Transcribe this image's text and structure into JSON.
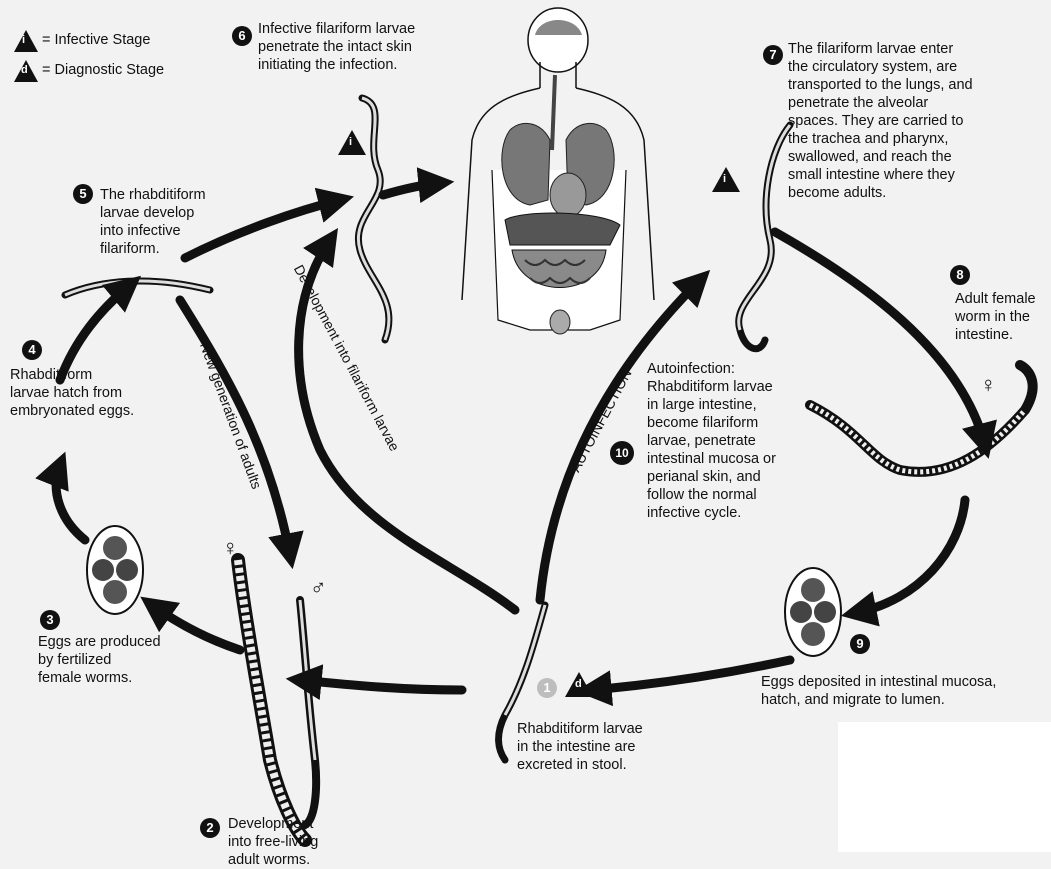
{
  "legend": {
    "infective_symbol": "i",
    "diagnostic_symbol": "d",
    "infective": "= Infective Stage",
    "diagnostic": "= Diagnostic Stage"
  },
  "steps": {
    "s1": {
      "num": "1",
      "lines": [
        "Rhabditiform larvae",
        "in the intestine are",
        "excreted in stool."
      ]
    },
    "s2": {
      "num": "2",
      "lines": [
        "Development",
        "into free-living",
        "adult worms."
      ]
    },
    "s3": {
      "num": "3",
      "lines": [
        "Eggs are produced",
        "by fertilized",
        "female worms."
      ]
    },
    "s4": {
      "num": "4",
      "lines": [
        "Rhabditiform",
        "larvae hatch from",
        "embryonated eggs."
      ]
    },
    "s5": {
      "num": "5",
      "lines": [
        "The rhabditiform",
        "larvae develop",
        "into infective",
        "filariform."
      ]
    },
    "s6": {
      "num": "6",
      "lines": [
        "Infective filariform larvae",
        "penetrate the intact skin",
        "initiating the infection."
      ]
    },
    "s7": {
      "num": "7",
      "lines": [
        "The filariform larvae enter",
        "the circulatory system, are",
        "transported to the lungs, and",
        "penetrate the alveolar",
        "spaces.  They are carried to",
        "the trachea and pharynx,",
        "swallowed, and reach the",
        "small intestine where they",
        "become adults."
      ]
    },
    "s8": {
      "num": "8",
      "lines": [
        "Adult female",
        "worm in the",
        "intestine."
      ]
    },
    "s9": {
      "num": "9",
      "lines": [
        "Eggs deposited in intestinal mucosa,",
        "hatch, and migrate to lumen."
      ]
    },
    "s10": {
      "num": "10",
      "lines": [
        "Autoinfection:",
        "Rhabditiform larvae",
        "in large intestine,",
        "become filariform",
        "larvae, penetrate",
        "intestinal mucosa or",
        "perianal skin, and",
        "follow the normal",
        "infective cycle."
      ]
    }
  },
  "arc_labels": {
    "new_generation": "New generation of adults",
    "development_filariform": "Development into filariform larvae",
    "autoinfection": "AUTOINFECTION"
  },
  "symbols": {
    "female": "♀",
    "male": "♂"
  }
}
